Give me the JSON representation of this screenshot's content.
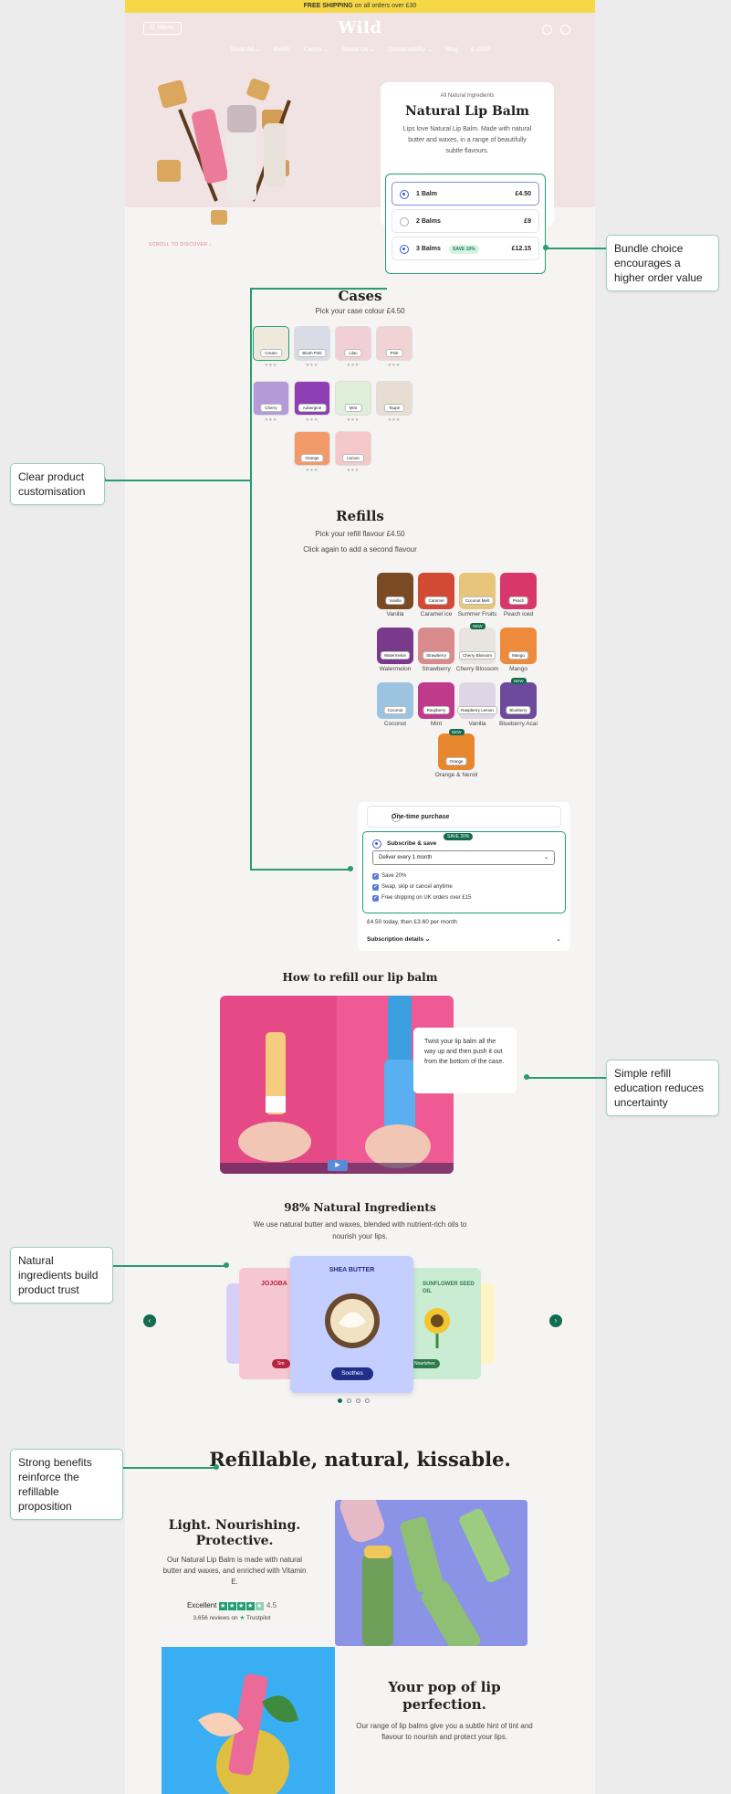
{
  "top_banner": {
    "bold": "FREE SHIPPING",
    "rest": " on all orders over £30"
  },
  "nav": {
    "menu_label": "Menu",
    "logo": "Wild",
    "links": [
      "Shop All ⌄",
      "Refills",
      "Cases ⌄",
      "About Us ⌄",
      "Sustainability ⌄",
      "Blog",
      "£ GBP"
    ]
  },
  "hero": {
    "scroll_label": "SCROLL TO DISCOVER ↓"
  },
  "product": {
    "eyebrow": "All Natural Ingredients",
    "title": "Natural Lip Balm",
    "description": "Lips love Natural Lip Balm. Made with natural butter and waxes, in a range of beautifully subtle flavours."
  },
  "bundles": [
    {
      "label": "1 Balm",
      "price": "£4.50",
      "badge": ""
    },
    {
      "label": "2 Balms",
      "price": "£9",
      "badge": ""
    },
    {
      "label": "3 Balms",
      "price": "£12.15",
      "badge": "SAVE 10%"
    }
  ],
  "cases": {
    "title": "Cases",
    "subtitle": "Pick your case colour  £4.50",
    "items": [
      {
        "name": "Cream",
        "color": "#efe9dc"
      },
      {
        "name": "Blush Pink",
        "color": "#d9dbe6"
      },
      {
        "name": "Lilac",
        "color": "#f2cfd8"
      },
      {
        "name": "Pink",
        "color": "#f1d3d6"
      },
      {
        "name": "Cherry",
        "color": "#b59ad8"
      },
      {
        "name": "Aubergine",
        "color": "#8e3fb3"
      },
      {
        "name": "Mint",
        "color": "#dfeed8"
      },
      {
        "name": "Taupe",
        "color": "#e8ddd2"
      },
      {
        "name": "Orange",
        "color": "#f39a6a"
      },
      {
        "name": "Lemon",
        "color": "#f4c8c8"
      }
    ]
  },
  "refills": {
    "title": "Refills",
    "subtitle_1": "Pick your refill flavour  £4.50",
    "subtitle_2": "Click again to add a second flavour",
    "items": [
      {
        "name": "Vanilla",
        "label": "Vanilla",
        "color": "#7a4a24",
        "badge": ""
      },
      {
        "name": "Caramel",
        "label": "Caramel ice",
        "color": "#d24a34",
        "badge": ""
      },
      {
        "name": "Coconut Melt",
        "label": "Summer Fruits",
        "color": "#e7c57a",
        "badge": ""
      },
      {
        "name": "Peach",
        "label": "Peach iced",
        "color": "#d7376a",
        "badge": ""
      },
      {
        "name": "Watermelon",
        "label": "Watermelon",
        "color": "#7a3a8c",
        "badge": ""
      },
      {
        "name": "Strawberry",
        "label": "Strawberry",
        "color": "#d98a8a",
        "badge": ""
      },
      {
        "name": "Cherry Blossom",
        "label": "Cherry Blossom",
        "color": "#e8e4e0",
        "badge": "NEW"
      },
      {
        "name": "Mango",
        "label": "Mango",
        "color": "#ee8a3c",
        "badge": ""
      },
      {
        "name": "Coconut",
        "label": "Coconut",
        "color": "#9cc3e0",
        "badge": ""
      },
      {
        "name": "Raspberry",
        "label": "Mint",
        "color": "#bf3a8a",
        "badge": ""
      },
      {
        "name": "Raspberry Lemon",
        "label": "Vanilla",
        "color": "#ded6e4",
        "badge": ""
      },
      {
        "name": "Blueberry",
        "label": "Blueberry Acai",
        "color": "#6d4a9c",
        "badge": "NEW"
      },
      {
        "name": "Orange",
        "label": "Orange & Neroli",
        "color": "#e8872e",
        "badge": "NEW"
      }
    ]
  },
  "subscription": {
    "one_time": "One-time purchase",
    "subscribe": "Subscribe & save",
    "save_badge": "SAVE 20%",
    "frequency": "Deliver every 1 month",
    "benefits": [
      "Save 20%",
      "Swap, skip or cancel anytime",
      "Free shipping on UK orders over £15"
    ],
    "price_line": "£4.50 today, then £3.60 per month",
    "details_label": "Subscription details ⌄"
  },
  "refill_video": {
    "title": "How to refill our lip balm",
    "tip": "Twist your lip balm all the way up and then push it out from the bottom of the case."
  },
  "ingredients": {
    "title": "98% Natural Ingredients",
    "subtitle": "We use natural butter and waxes, blended with nutrient-rich oils to nourish your lips.",
    "cards": [
      {
        "name": "JOJOBA",
        "tag": "Sm",
        "color": "#f5c7d2"
      },
      {
        "name": "SHEA BUTTER",
        "tag": "Soothes",
        "color": "#c4ceff"
      },
      {
        "name": "SUNFLOWER SEED OIL",
        "tag": "Nourishes",
        "color": "#c9ecd3"
      }
    ]
  },
  "benefits": {
    "title": "Refillable, natural, kissable.",
    "light_title": "Light. Nourishing. Protective.",
    "light_text": "Our Natural Lip Balm is made with natural butter and waxes, and enriched with Vitamin E.",
    "trust_label": "Excellent",
    "trust_score": "4.5",
    "trust_reviews": "3,656 reviews on",
    "trust_brand": "Trustpilot",
    "pop_title": "Your pop of lip perfection.",
    "pop_text": "Our range of lip balms give you a subtle hint of tint and flavour to nourish and protect your lips."
  },
  "annotations": {
    "bundle": "Bundle choice encourages a higher order value",
    "customisation": "Clear product customisation",
    "education": "Simple refill education reduces uncertainty",
    "ingredients": "Natural ingredients build product trust",
    "benefits": "Strong benefits reinforce the refillable proposition"
  },
  "colors": {
    "accent": "#1f9e74",
    "banner": "#f6d847",
    "hero_bg": "#f1e3e3"
  }
}
